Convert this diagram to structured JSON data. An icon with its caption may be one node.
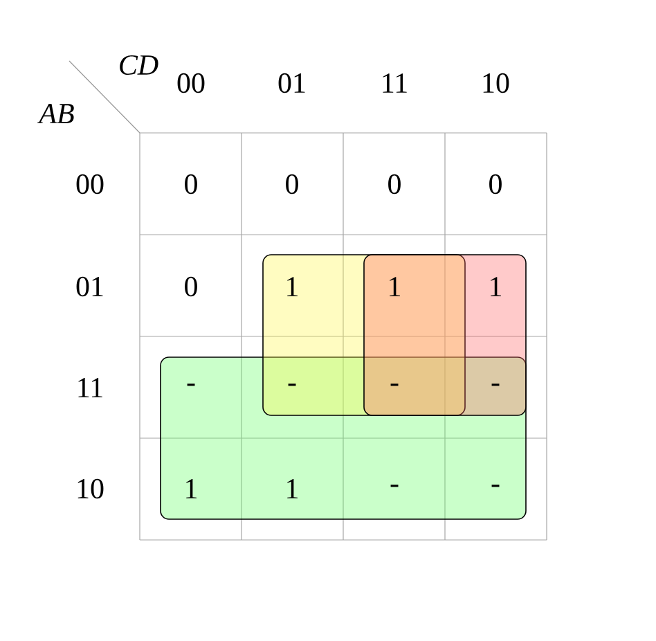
{
  "diagram": {
    "labels": [
      "CD",
      "00",
      "01",
      "11",
      "10",
      "AB",
      "00",
      "0",
      "0",
      "0",
      "0",
      "01",
      "0",
      "1",
      "1",
      "1",
      "11",
      "-",
      "-",
      "-",
      "-",
      "10",
      "1",
      "1",
      "-",
      "-"
    ]
  }
}
